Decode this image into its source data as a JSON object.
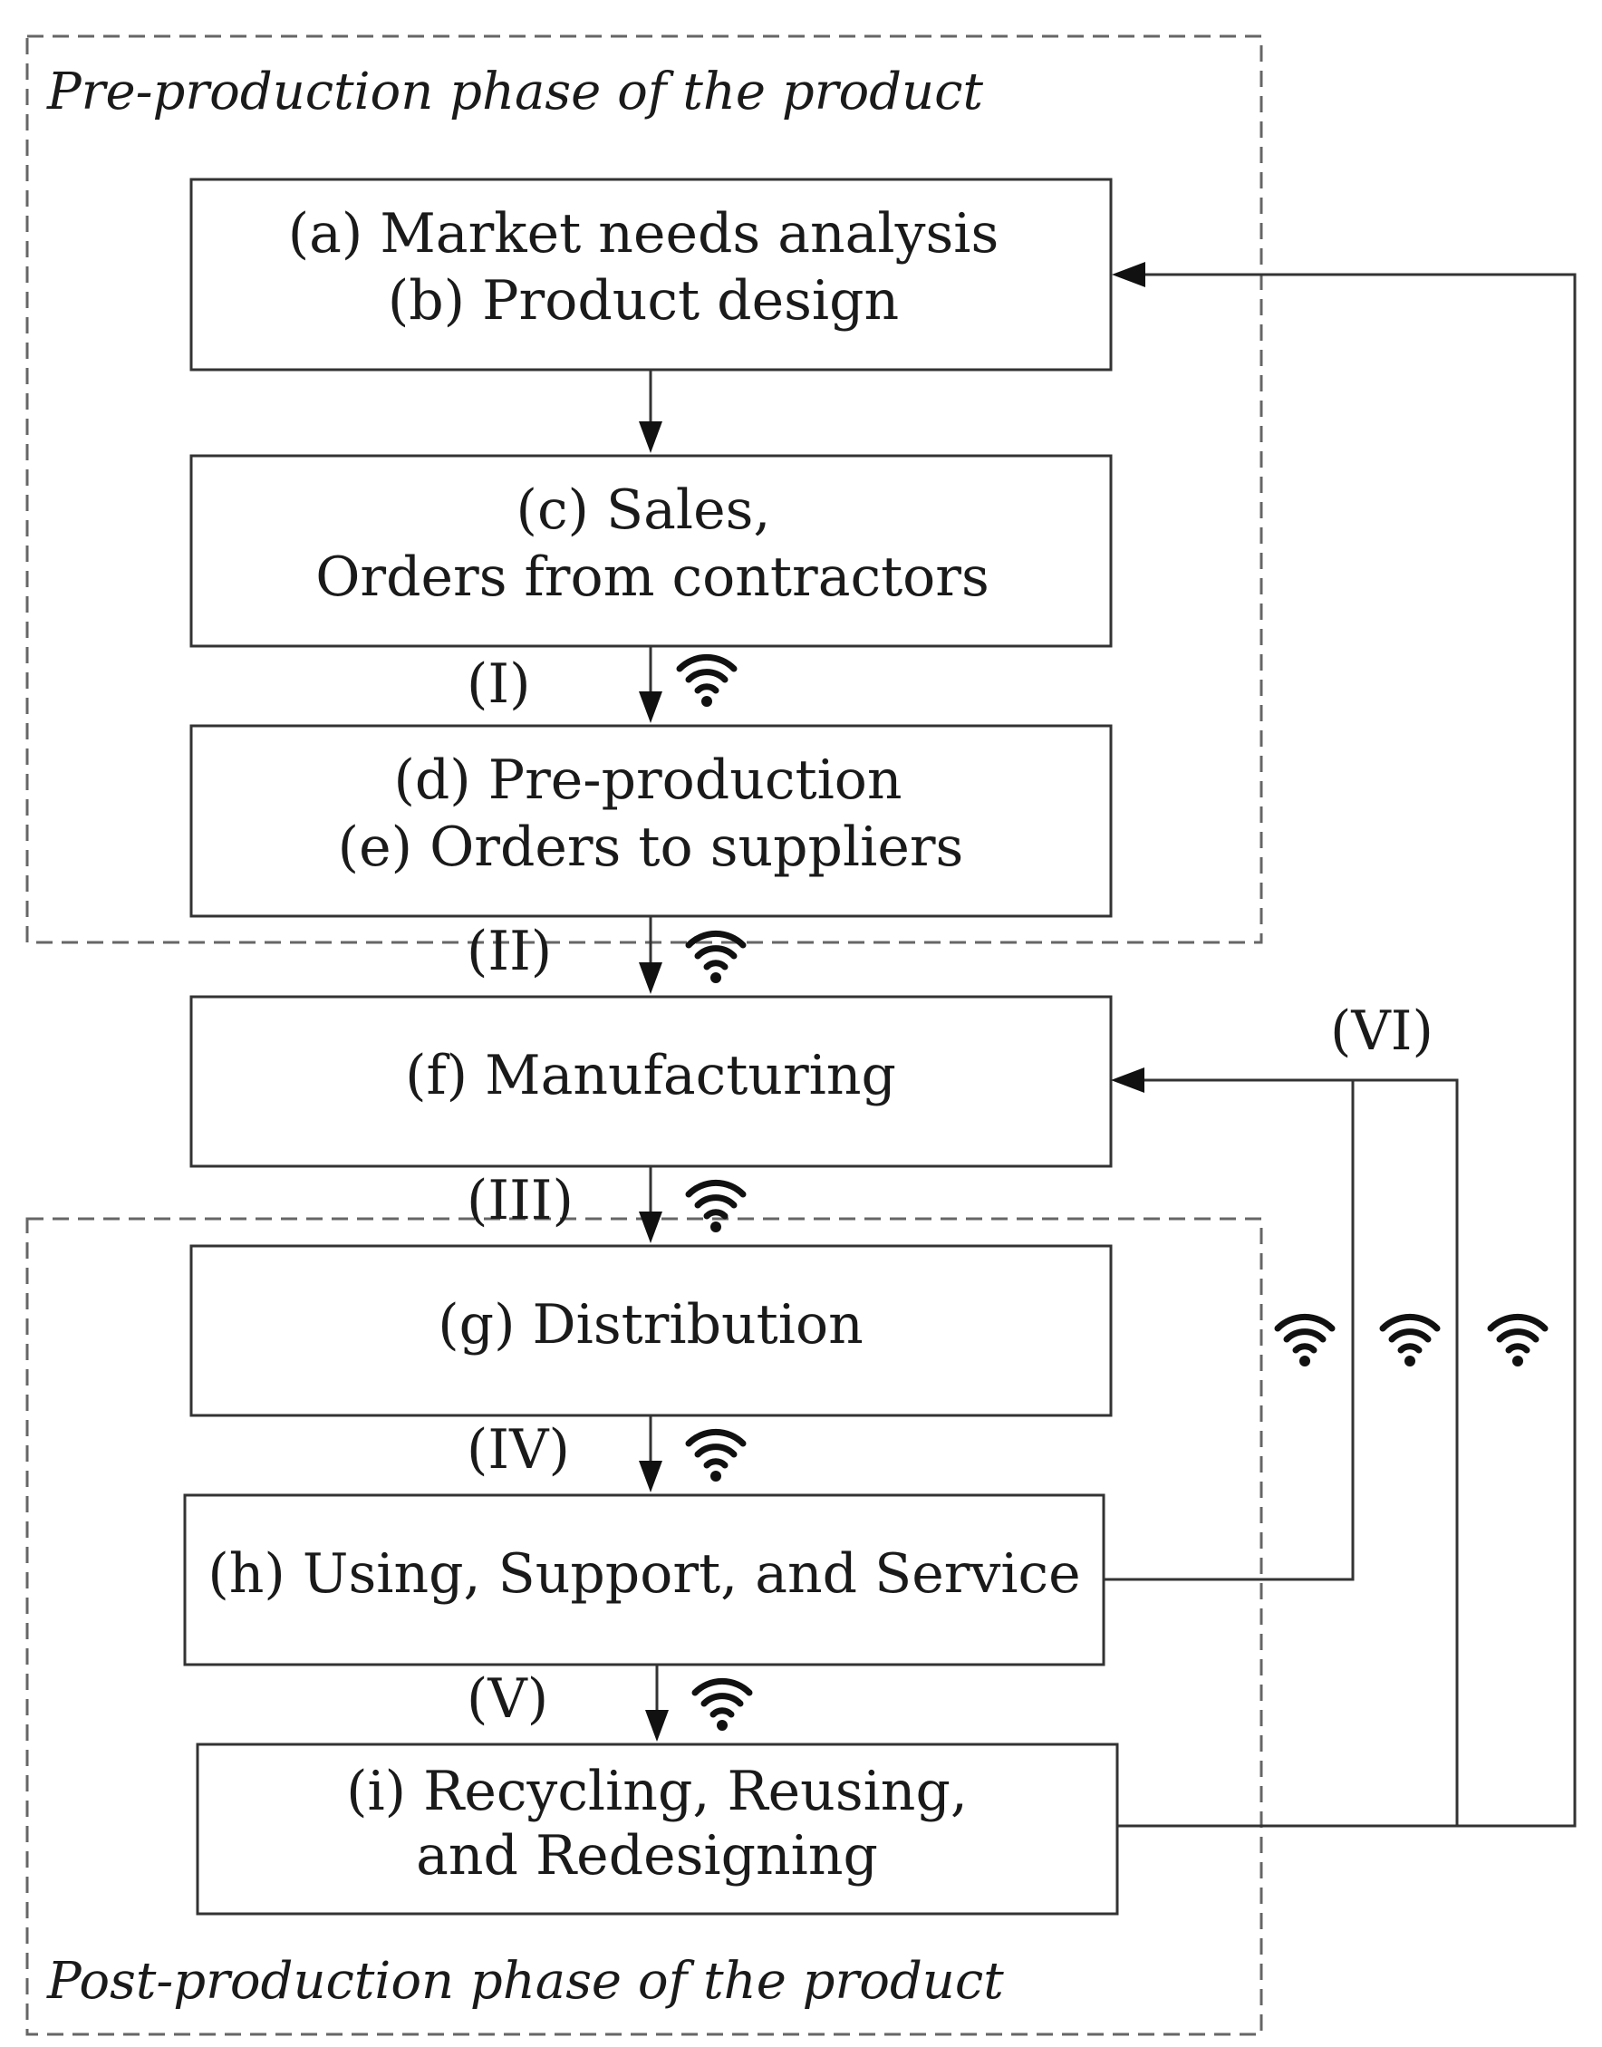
{
  "phases": {
    "pre": "Pre-production phase of the product",
    "post": "Post-production phase of the product"
  },
  "boxes": {
    "a_b": {
      "line1": "(a) Market needs analysis",
      "line2": "(b) Product design"
    },
    "c": {
      "line1": "(c) Sales,",
      "line2": "Orders from contractors"
    },
    "d_e": {
      "line1": "(d) Pre-production",
      "line2": "(e) Orders to suppliers"
    },
    "f": {
      "line1": "(f) Manufacturing"
    },
    "g": {
      "line1": "(g) Distribution"
    },
    "h": {
      "line1": "(h) Using, Support, and Service"
    },
    "i": {
      "line1": "(i) Recycling, Reusing,",
      "line2": "and Redesigning"
    }
  },
  "flows": {
    "I": "(I)",
    "II": "(II)",
    "III": "(III)",
    "IV": "(IV)",
    "V": "(V)",
    "VI": "(VI)"
  },
  "icons": {
    "wireless": "wifi-icon"
  }
}
